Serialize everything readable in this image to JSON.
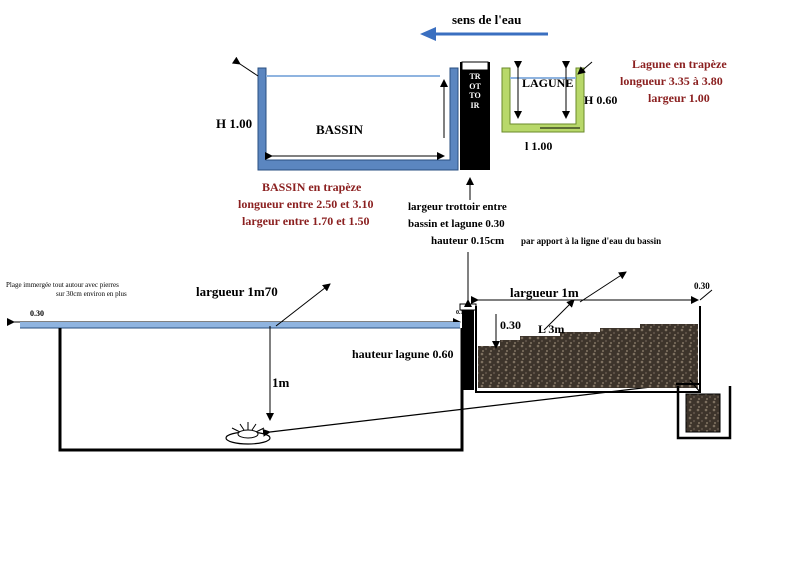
{
  "top_view": {
    "flow_direction": "sens de  l'eau",
    "basin_label": "BASSIN",
    "basin_height": "H 1.00",
    "walkway_letters": "TROTTOIR",
    "lagoon_label": "LAGUNE",
    "lagoon_height": "H 0.60",
    "lagoon_length": "l 1.00"
  },
  "notes": {
    "lagoon_title": "Lagune en trapèze",
    "lagoon_length_range": "longueur 3.35 à 3.80",
    "lagoon_width": "largeur 1.00",
    "basin_title": "BASSIN en trapèze",
    "basin_length_range": "longueur entre 2.50 et 3.10",
    "basin_width_range": "largeur entre 1.70 et 1.50",
    "walkway_width_1": "largeur trottoir entre",
    "walkway_width_2": "bassin et lagune 0.30",
    "walkway_height": "hauteur 0.15cm",
    "walkway_height_ref": "par apport à la ligne d'eau du bassin"
  },
  "section_view": {
    "beach_note_1": "Plage immergée tout autour avec pierres",
    "beach_note_2": "sur 30cm environ en plus",
    "left_edge": "0.30",
    "basin_width": "largueur 1m70",
    "wall_height": "0.15",
    "depth": "1m",
    "lagoon_height": "hauteur lagune 0.60",
    "lagoon_width": "largueur 1m",
    "right_edge": "0.30",
    "lagoon_depth": "0.30",
    "lagoon_length": "L 3m"
  },
  "colors": {
    "basin_blue": "#5b86c0",
    "water_line": "#8fb4e0",
    "lagoon_green": "#b8d86a",
    "gravel": "#3d342b",
    "note_red": "#8b2020"
  }
}
